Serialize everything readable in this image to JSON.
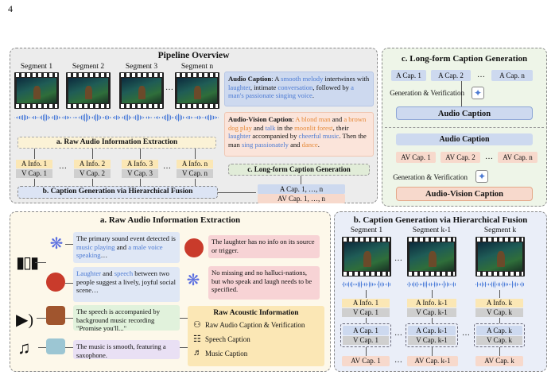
{
  "page_number": "4",
  "overview": {
    "title": "Pipeline Overview",
    "segments": [
      "Segment 1",
      "Segment 2",
      "Segment 3",
      "Segment n"
    ],
    "raw_audio_label": "a. Raw Audio Information Extraction",
    "hier_label": "b. Caption Generation via Hierarchical Fusion",
    "longform_label": "c. Long-form Caption Generation",
    "info_pairs": [
      {
        "a": "A Info. 1",
        "v": "V Cap. 1"
      },
      {
        "a": "A Info. 2",
        "v": "V Cap. 2"
      },
      {
        "a": "A Info. 3",
        "v": "V Cap. 3"
      },
      {
        "a": "A Info. n",
        "v": "V Cap. n"
      }
    ],
    "ellipsis": "…",
    "a_caps_seq": "A Cap. 1, …, n",
    "av_caps_seq": "AV Cap. 1, …, n",
    "audio_caption": {
      "label": "Audio Caption",
      "t1": ": A ",
      "h1": "smooth melody",
      "t2": " intertwines with ",
      "h2": "laughter",
      "t3": ", intimate ",
      "h3": "conversation",
      "t4": ", followed by ",
      "h4": "a man's passionate singing voice",
      "t5": "."
    },
    "av_caption": {
      "label": "Audio-Vision Caption",
      "t1": ": ",
      "h1": "A blond man",
      "t2": " and ",
      "h2": "a brown dog play",
      "t3": " and ",
      "h3": "talk",
      "t4": " in the ",
      "h4": "moonlit forest",
      "t5": ", their ",
      "h5": "laughter",
      "t6": " accompanied by ",
      "h6": "cheerful music",
      "t7": ". Then the man ",
      "h7": "sing passionately",
      "t8": " and ",
      "h8": "dance",
      "t9": "."
    }
  },
  "panel_c": {
    "title": "c. Long-form Caption Generation",
    "a_caps": [
      "A Cap. 1",
      "A Cap. 2",
      "…",
      "A Cap. n"
    ],
    "gen_ver": "Generation & Verification",
    "audio_caption": "Audio Caption",
    "av_top": "Audio Caption",
    "av_caps": [
      "AV Cap. 1",
      "AV Cap. 2",
      "…",
      "AV Cap. n"
    ],
    "gen_ver2": "Generation & Verification",
    "av_caption": "Audio-Vision Caption"
  },
  "panel_a": {
    "title": "a. Raw Audio Information Extraction",
    "box1": {
      "t1": "The primary sound event detected is ",
      "h1": "music playing",
      "t2": " and ",
      "h2": "a male voice speaking",
      "t3": "…"
    },
    "box2": {
      "h1": "Laughter",
      "t1": " and ",
      "h2": "speech",
      "t2": " between two  people suggest a lively, joyful social scene…"
    },
    "box3": "The speech is accompanied by background music recording \"Promise you'll...\"",
    "box4": "The music is smooth, featuring a saxophone.",
    "feedback1": "The laughter has no info on its source or trigger.",
    "feedback2": "No missing and no halluci-nations, but who speak and laugh needs to be specified.",
    "raw_acoustic": {
      "title": "Raw Acoustic Information",
      "items": [
        "Raw Audio Caption & Verification",
        "Speech Caption",
        "Music Caption"
      ]
    }
  },
  "panel_b": {
    "title": "b. Caption Generation via Hierarchical Fusion",
    "segments": [
      "Segment 1",
      "Segment k-1",
      "Segment k"
    ],
    "info": [
      {
        "a": "A Info. 1",
        "v": "V Cap. 1"
      },
      {
        "a": "A Info. k-1",
        "v": "V Cap. k-1"
      },
      {
        "a": "A Info. k",
        "v": "V Cap. k"
      }
    ],
    "caps": [
      {
        "a": "A Cap. 1",
        "v": "V Cap. 1"
      },
      {
        "a": "A Cap. k-1",
        "v": "V Cap. k-1"
      },
      {
        "a": "A Cap. k",
        "v": "V Cap. k"
      }
    ],
    "av": [
      "AV Cap. 1",
      "AV Cap. k-1",
      "AV Cap. k"
    ],
    "ellipsis": "…"
  },
  "colors": {
    "panel_bg": "#ececec",
    "panel_b_bg": "#eaeef8",
    "panel_a_bg": "#fdf8ea",
    "blue": "#4d7bd3",
    "orange": "#e68a3a"
  }
}
